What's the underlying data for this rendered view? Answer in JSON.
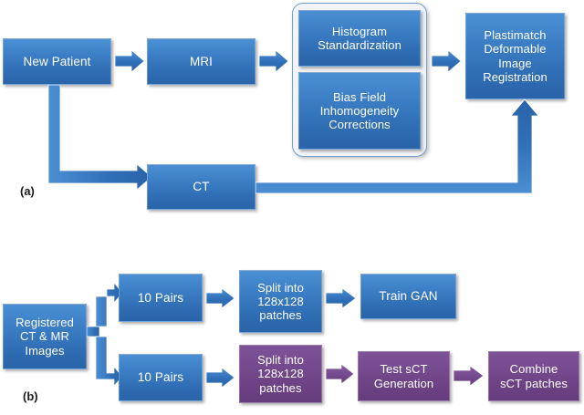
{
  "figure": {
    "title": "Workflow diagram: MRI/CT preprocessing and GAN-based sCT generation",
    "background": "#ffffff",
    "colors": {
      "blue_fill": "#3b7dc4",
      "blue_dark": "#2a63a8",
      "purple_fill": "#74498d",
      "purple_dark": "#653c7c",
      "arrow_blue": "#2f6fb8",
      "arrow_purple": "#7a4d93",
      "container_border": "#6f9fd0",
      "container_fill": "#f2f4f7",
      "text_light": "#ffffff",
      "caption_text": "#1a1a1a"
    }
  },
  "panel_a": {
    "caption": "(a)",
    "nodes": {
      "new_patient": "New Patient",
      "mri": "MRI",
      "ct": "CT",
      "histogram_standardization": "Histogram\nStandardization",
      "bias_field": "Bias Field\nInhomogeneity\nCorrections",
      "plastimatch": "Plastimatch\nDeformable\nImage\nRegistration"
    }
  },
  "panel_b": {
    "caption": "(b)",
    "nodes": {
      "registered_images": "Registered\nCT & MR\nImages",
      "pairs_train": "10 Pairs",
      "pairs_test": "10 Pairs",
      "split_train": "Split into\n128x128\npatches",
      "split_test": "Split into\n128x128\npatches",
      "train_gan": "Train GAN",
      "test_sct": "Test sCT\nGeneration",
      "combine_sct": "Combine\nsCT patches"
    }
  }
}
